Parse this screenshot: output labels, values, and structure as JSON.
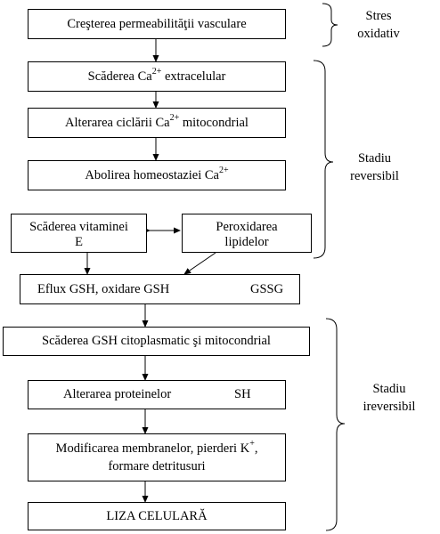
{
  "boxes": {
    "b1": "Creşterea permeabilităţii vasculare",
    "b2": {
      "text": "Scăderea Ca",
      "sup": "2+",
      "tail": " extracelular"
    },
    "b3": {
      "text": "Alterarea ciclării Ca",
      "sup": "2+",
      "tail": " mitocondrial"
    },
    "b4": {
      "text": "Abolirea homeostaziei Ca",
      "sup": "2+",
      "tail": ""
    },
    "b5a": "Scăderea vitaminei",
    "b5b": "E",
    "b6a": "Peroxidarea",
    "b6b": "lipidelor",
    "b7": "Eflux GSH, oxidare GSH",
    "b7_product": "GSSG",
    "b8": "Scăderea GSH citoplasmatic şi mitocondrial",
    "b9": "Alterarea proteinelor",
    "b9_product": "SH",
    "b10a": {
      "text": "Modificarea membranelor, pierderi K",
      "sup": "+",
      "tail": ","
    },
    "b10b": "formare detritusuri",
    "b11": "LIZA CELULARĂ"
  },
  "labels": {
    "stres_1": "Stres",
    "stres_2": "oxidativ",
    "reversibil_1": "Stadiu",
    "reversibil_2": "reversibil",
    "ireversibil_1": "Stadiu",
    "ireversibil_2": "ireversibil"
  }
}
